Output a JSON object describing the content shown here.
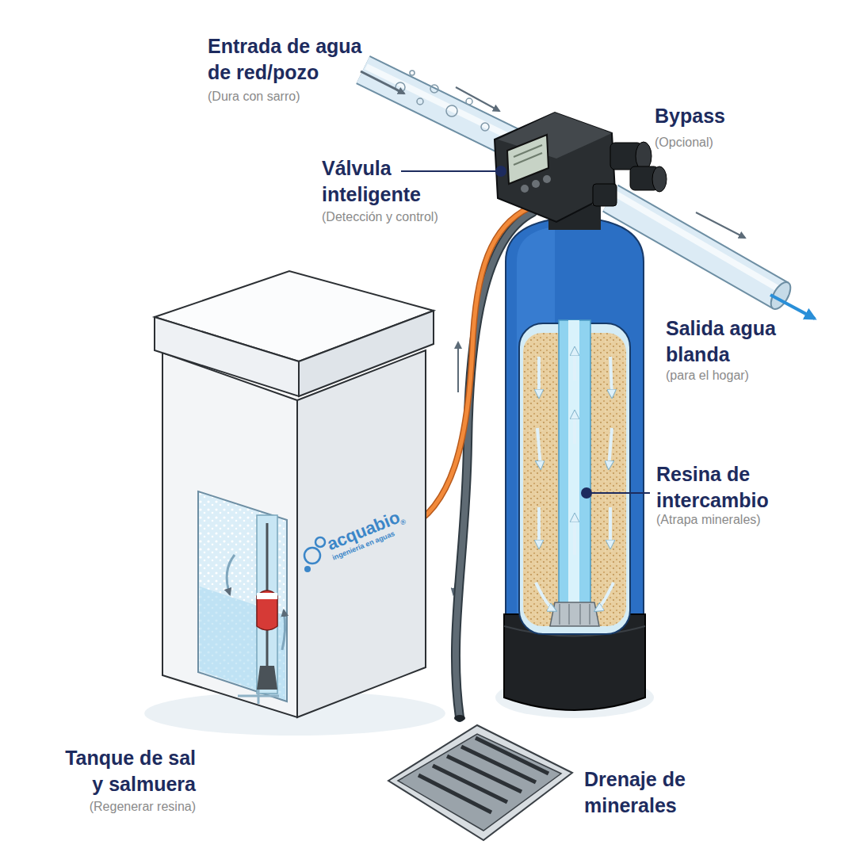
{
  "diagram": {
    "labels": [
      "Entrada de agua de red/pozo",
      "(Dura con sarro)",
      "Bypass",
      "(Opcional)",
      "Válvula inteligente",
      "(Detección y control)",
      "Salida agua blanda",
      "(para el hogar)",
      "Resina de intercambio",
      "(Atrapa minerales)",
      "Tanque de sal y salmuera",
      "(Regenerar resina)",
      "Drenaje de minerales",
      "acquabio",
      "ingeniería en aguas",
      "®"
    ]
  }
}
